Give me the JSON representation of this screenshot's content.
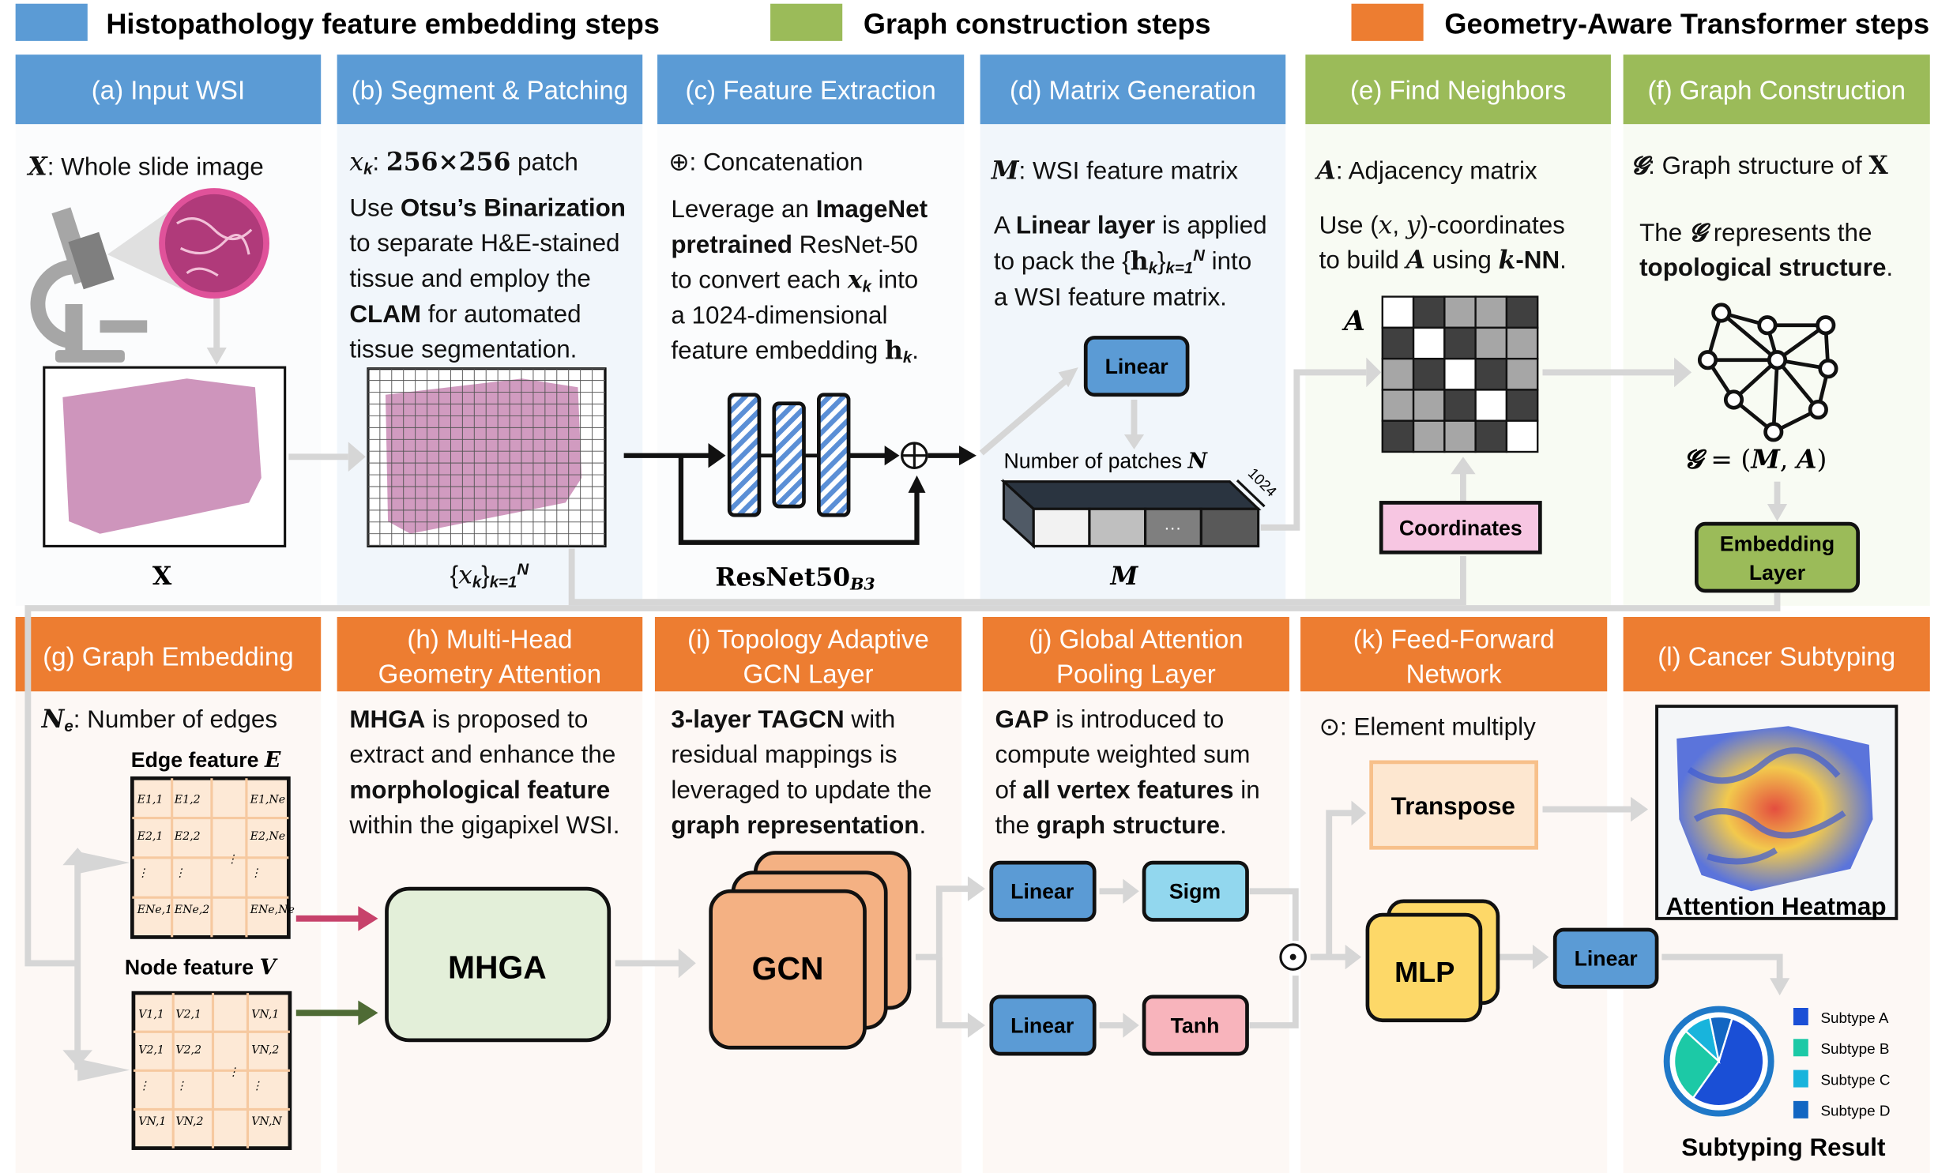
{
  "legend": [
    {
      "label": "Histopathology feature embedding steps",
      "color": "#5b9bd5"
    },
    {
      "label": "Graph construction steps",
      "color": "#9bbb59"
    },
    {
      "label": "Geometry-Aware Transformer steps",
      "color": "#ed7d31"
    }
  ],
  "top_headers": [
    "(a) Input WSI",
    "(b) Segment & Patching",
    "(c) Feature Extraction",
    "(d) Matrix Generation",
    "(e) Find Neighbors",
    "(f) Graph Construction"
  ],
  "bottom_headers": [
    [
      "(g) Graph Embedding"
    ],
    [
      "(h) Multi-Head",
      "Geometry Attention"
    ],
    [
      "(i) Topology Adaptive",
      "GCN Layer"
    ],
    [
      "(j) Global Attention",
      "Pooling Layer"
    ],
    [
      "(k) Feed-Forward",
      "Network"
    ],
    [
      "(l) Cancer Subtyping"
    ]
  ],
  "a": {
    "title": [
      [
        "X",
        "bm"
      ],
      [
        ": Whole slide image"
      ]
    ],
    "caption": "X"
  },
  "b": {
    "title": [
      [
        "x",
        "m"
      ],
      [
        "k",
        "sub"
      ],
      [
        ": "
      ],
      [
        "256×256",
        "bs"
      ],
      [
        " patch"
      ]
    ],
    "lines": [
      [
        [
          "Use "
        ],
        [
          "Otsu’s Binarization",
          "b"
        ]
      ],
      [
        [
          "to separate H&E-stained"
        ]
      ],
      [
        [
          "tissue and employ the"
        ]
      ],
      [
        [
          "CLAM",
          "b"
        ],
        [
          " for automated"
        ]
      ],
      [
        [
          "tissue segmentation."
        ]
      ]
    ],
    "caption": [
      [
        "{"
      ],
      [
        "x",
        "m"
      ],
      [
        "k",
        "sub"
      ],
      [
        "}"
      ],
      [
        "k=1",
        "sub"
      ],
      [
        "N",
        "sup"
      ]
    ]
  },
  "c": {
    "title": [
      [
        "⊕: Concatenation"
      ]
    ],
    "lines": [
      [
        [
          "Leverage an "
        ],
        [
          "ImageNet",
          "b"
        ]
      ],
      [
        [
          "pretrained",
          "b"
        ],
        [
          " ResNet-50"
        ]
      ],
      [
        [
          "to convert each "
        ],
        [
          "x",
          "bm"
        ],
        [
          "k",
          "sub"
        ],
        [
          " into"
        ]
      ],
      [
        [
          "a 1024-dimensional"
        ]
      ],
      [
        [
          "feature embedding "
        ],
        [
          "h",
          "bs"
        ],
        [
          "k",
          "sub"
        ],
        [
          "."
        ]
      ]
    ],
    "caption": [
      [
        "ResNet50"
      ],
      [
        "B3",
        "sub"
      ]
    ]
  },
  "d": {
    "title": [
      [
        "M",
        "bm"
      ],
      [
        ": WSI feature matrix"
      ]
    ],
    "lines": [
      [
        [
          "A "
        ],
        [
          "Linear layer",
          "b"
        ],
        [
          " is applied"
        ]
      ],
      [
        [
          "to pack the {"
        ],
        [
          "h",
          "bs"
        ],
        [
          "k",
          "sub"
        ],
        [
          "}"
        ],
        [
          "k=1",
          "sub"
        ],
        [
          "N",
          "sup"
        ],
        [
          " into"
        ]
      ],
      [
        [
          "a WSI feature matrix."
        ]
      ]
    ],
    "linear": "Linear",
    "patches": [
      [
        "Number of patches "
      ],
      [
        "N",
        "bm"
      ]
    ],
    "dim": "1024",
    "ellipsis": "···",
    "caption": "M"
  },
  "e": {
    "title": [
      [
        "A",
        "bm"
      ],
      [
        ": Adjacency matrix"
      ]
    ],
    "lines": [
      [
        [
          "Use ("
        ],
        [
          "x",
          "m"
        ],
        [
          ", "
        ],
        [
          "y",
          "m"
        ],
        [
          ")-coordinates"
        ]
      ],
      [
        [
          "to build "
        ],
        [
          "A",
          "bm"
        ],
        [
          " using "
        ],
        [
          "k",
          "bm"
        ],
        [
          "-NN",
          "b"
        ],
        [
          "."
        ]
      ]
    ],
    "matrix_label": "A",
    "coordinates": "Coordinates",
    "adjacency": [
      [
        0,
        2,
        1,
        1,
        2
      ],
      [
        2,
        0,
        2,
        1,
        1
      ],
      [
        1,
        2,
        0,
        2,
        1
      ],
      [
        1,
        1,
        2,
        0,
        2
      ],
      [
        2,
        1,
        1,
        2,
        0
      ]
    ]
  },
  "f": {
    "title": [
      [
        "𝓖",
        "bm"
      ],
      [
        ": Graph structure of "
      ],
      [
        "X",
        "bs"
      ]
    ],
    "lines": [
      [
        [
          "The "
        ],
        [
          "𝓖",
          "bm"
        ],
        [
          " represents the"
        ]
      ],
      [
        [
          "topological structure",
          "b"
        ],
        [
          "."
        ]
      ]
    ],
    "formula": [
      [
        "𝓖",
        "bm"
      ],
      [
        " = ("
      ],
      [
        "M",
        "bm"
      ],
      [
        ", "
      ],
      [
        "A",
        "bm"
      ],
      [
        ")"
      ]
    ],
    "embedding": [
      "Embedding",
      "Layer"
    ]
  },
  "g": {
    "title": [
      [
        "N",
        "bm"
      ],
      [
        "e",
        "sub"
      ],
      [
        ": Number of edges"
      ]
    ],
    "edge_label": [
      [
        "Edge feature "
      ],
      [
        "E",
        "bm"
      ]
    ],
    "node_label": [
      [
        "Node feature "
      ],
      [
        "V",
        "bm"
      ]
    ],
    "edge_cells": [
      [
        "E1,1",
        "E1,2",
        "E1,Ne"
      ],
      [
        "E2,1",
        "E2,2",
        "E2,Ne"
      ],
      [
        "⋮",
        "⋮",
        "⋮"
      ],
      [
        "ENe,1",
        "ENe,2",
        "ENe,Ne"
      ]
    ],
    "node_cells": [
      [
        "V1,1",
        "V2,1",
        "VN,1"
      ],
      [
        "V2,1",
        "V2,2",
        "VN,2"
      ],
      [
        "⋮",
        "⋮",
        "⋮"
      ],
      [
        "VN,1",
        "VN,2",
        "VN,N"
      ]
    ]
  },
  "h": {
    "lines": [
      [
        [
          "MHGA",
          "b"
        ],
        [
          " is proposed to"
        ]
      ],
      [
        [
          "extract and enhance the"
        ]
      ],
      [
        [
          "morphological feature",
          "b"
        ]
      ],
      [
        [
          "within the gigapixel WSI."
        ]
      ]
    ],
    "block": "MHGA"
  },
  "i": {
    "lines": [
      [
        [
          "3-layer TAGCN",
          "b"
        ],
        [
          " with"
        ]
      ],
      [
        [
          "residual mappings is"
        ]
      ],
      [
        [
          "leveraged to update the"
        ]
      ],
      [
        [
          "graph representation",
          "b"
        ],
        [
          "."
        ]
      ]
    ],
    "block": "GCN"
  },
  "j": {
    "lines": [
      [
        [
          "GAP",
          "b"
        ],
        [
          " is introduced to"
        ]
      ],
      [
        [
          "compute weighted sum"
        ]
      ],
      [
        [
          "of "
        ],
        [
          "all vertex features",
          "b"
        ],
        [
          " in"
        ]
      ],
      [
        [
          "the "
        ],
        [
          "graph structure",
          "b"
        ],
        [
          "."
        ]
      ]
    ],
    "linear1": "Linear",
    "sigm": "Sigm",
    "linear2": "Linear",
    "tanh": "Tanh",
    "multiply_symbol": "⊙"
  },
  "k": {
    "title": [
      [
        "⊙: Element multiply"
      ]
    ],
    "transpose": "Transpose",
    "mlp": "MLP",
    "linear": "Linear"
  },
  "l": {
    "heatmap_label": "Attention Heatmap",
    "result_label": "Subtyping Result",
    "subtypes": [
      {
        "label": "Subtype A",
        "color": "#1a4fd6"
      },
      {
        "label": "Subtype B",
        "color": "#1cc9a6"
      },
      {
        "label": "Subtype C",
        "color": "#18b4dc"
      },
      {
        "label": "Subtype D",
        "color": "#1266c2"
      }
    ],
    "pie_shares": [
      0.55,
      0.27,
      0.1,
      0.08
    ]
  },
  "colors": {
    "gray_arrow": "#d6d6d6",
    "pink_arrow": "#c7426b",
    "green_arrow": "#4f6b35"
  }
}
